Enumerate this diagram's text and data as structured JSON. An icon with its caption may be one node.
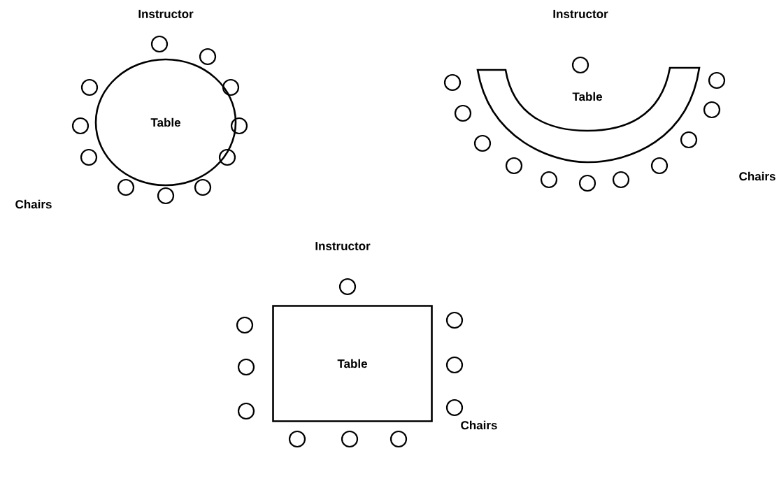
{
  "diagram": {
    "nodes": [
      {
        "text": [
          "Table"
        ]
      },
      {
        "text": [],
        "shape": "circle"
      },
      {
        "text": [],
        "shape": "circle"
      },
      {
        "text": [],
        "shape": "circle"
      },
      {
        "text": [],
        "shape": "circle"
      },
      {
        "text": [],
        "shape": "circle"
      },
      {
        "text": [],
        "shape": "circle"
      },
      {
        "text": [],
        "shape": "circle"
      },
      {
        "text": [],
        "shape": "circle"
      },
      {
        "text": [],
        "shape": "circle"
      },
      {
        "text": [],
        "shape": "circle"
      },
      {
        "text": [],
        "shape": "circle"
      },
      {
        "text": [
          "Table"
        ]
      },
      {
        "text": [],
        "shape": "circle"
      },
      {
        "text": [],
        "shape": "circle"
      },
      {
        "text": [],
        "shape": "circle"
      },
      {
        "text": [],
        "shape": "circle"
      },
      {
        "text": [],
        "shape": "circle"
      },
      {
        "text": [],
        "shape": "circle"
      },
      {
        "text": [],
        "shape": "circle"
      },
      {
        "text": [],
        "shape": "circle"
      },
      {
        "text": [],
        "shape": "circle"
      },
      {
        "text": [],
        "shape": "circle"
      },
      {
        "text": [],
        "shape": "circle"
      },
      {
        "text": [],
        "shape": "circle"
      },
      {
        "text": [
          "Table"
        ]
      },
      {
        "text": [],
        "shape": "circle"
      },
      {
        "text": [],
        "shape": "circle"
      },
      {
        "text": [],
        "shape": "circle"
      },
      {
        "text": [],
        "shape": "circle"
      },
      {
        "text": [],
        "shape": "circle"
      },
      {
        "text": [],
        "shape": "circle"
      },
      {
        "text": [],
        "shape": "circle"
      },
      {
        "text": [],
        "shape": "circle"
      },
      {
        "text": [],
        "shape": "circle"
      },
      {
        "text": [],
        "shape": "circle"
      }
    ],
    "labels": [
      "Instructor",
      "Instructor",
      "Chairs",
      "Chairs",
      "Instructor",
      "Chairs"
    ]
  }
}
